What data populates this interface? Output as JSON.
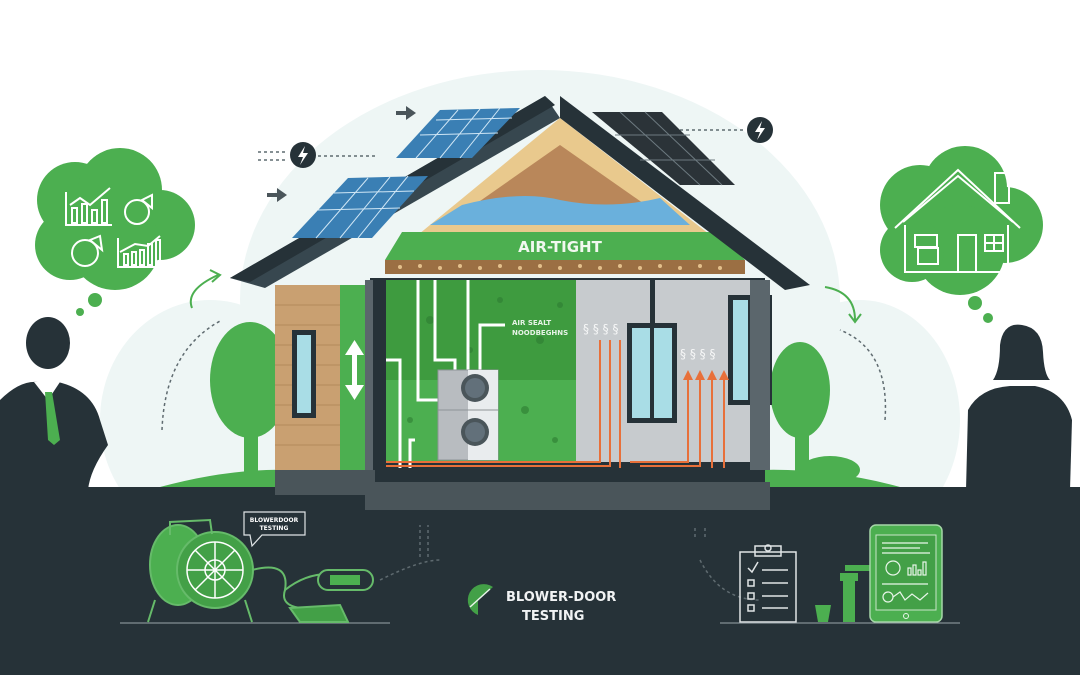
{
  "labels": {
    "roof_band": "AIR-TIGHT",
    "interior_note_line1": "AIR SEALT",
    "interior_note_line2": "NOODBEGHNS",
    "callout_line1": "BLOWERDOOR",
    "callout_line2": "TESTING",
    "logo_line1": "BLOWER-DOOR",
    "logo_line2": "TESTING"
  },
  "icons": {
    "left_thought": [
      "bar-chart-icon",
      "pie-chart-icon",
      "pie-chart-icon",
      "line-bar-chart-icon"
    ],
    "right_thought": [
      "house-icon"
    ],
    "energy": [
      "lightning-bolt-icon",
      "lightning-bolt-icon"
    ],
    "arrows": [
      "arrow-right-icon",
      "arrow-right-icon",
      "arrow-right-icon"
    ]
  },
  "colors": {
    "dark": "#263238",
    "green": "#4caf50",
    "green_dark": "#388e3c",
    "wood": "#e9c98d",
    "brick": "#c9a071",
    "insulation_blue": "#6ab0dc",
    "pipe_orange": "#e8703a",
    "concrete": "#c7cbce",
    "glass": "#a9dde6",
    "sky_tint": "#eef6f5"
  }
}
